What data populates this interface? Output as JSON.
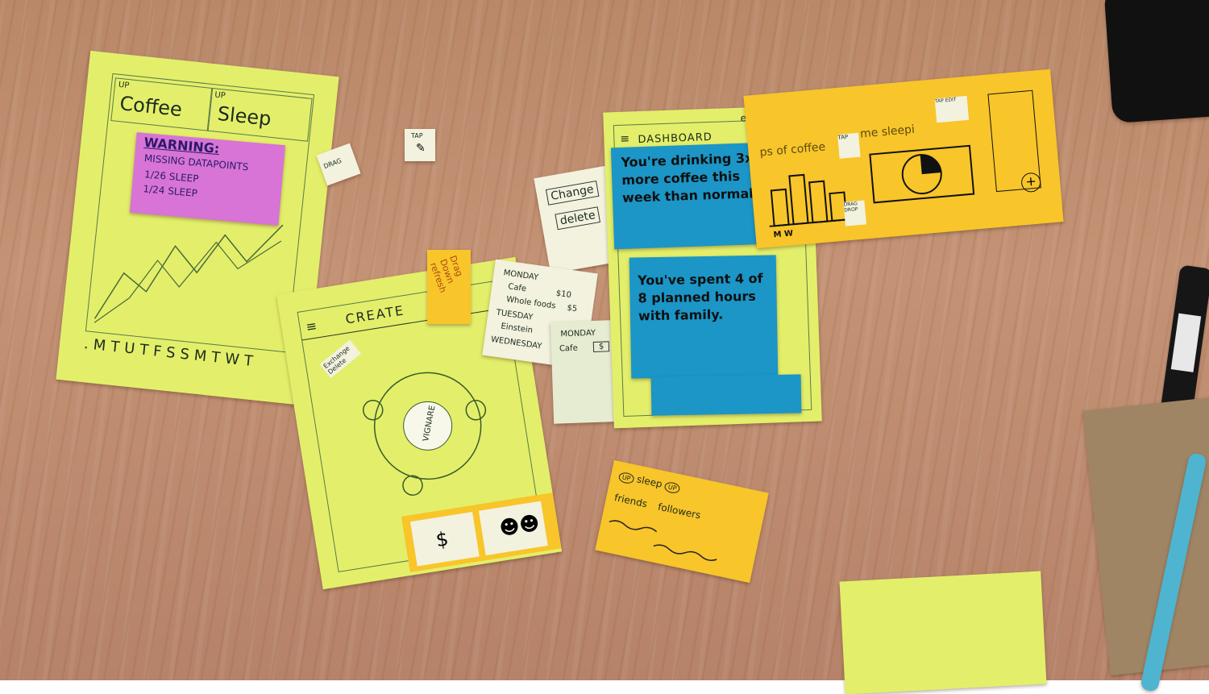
{
  "card_stats": {
    "tab_left": "Coffee",
    "tab_right": "Sleep",
    "tab_left_tag": "UP",
    "tab_right_tag": "UP",
    "warning_title": "WARNING:",
    "warning_line1": "MISSING DATAPOINTS",
    "warning_line2": "1/26 SLEEP",
    "warning_line3": "1/24 SLEEP",
    "axis_days": ".MTUTFSSMTWT"
  },
  "tiny_notes": {
    "note_a": "TAP",
    "note_b": "DRAG"
  },
  "card_create": {
    "title": "CREATE",
    "menu_icon": "hamburger-icon",
    "center_label": "VIGNARE",
    "side_note": "Exchange Delete",
    "drag_note": "Drag Down refresh",
    "tab_icon_left": "dollar-icon",
    "tab_icon_right": "people-icon"
  },
  "note_change": {
    "line1": "Change",
    "line2": "delete"
  },
  "note_list": {
    "day1": "MONDAY",
    "row1": "Cafe",
    "row1_value": "$10",
    "row2": "Whole foods",
    "row2_value": "$5",
    "day2": "TUESDAY",
    "row3": "Einstein",
    "day3": "WEDNESDAY"
  },
  "note_monday": {
    "day": "MONDAY",
    "row": "Cafe",
    "value": "$"
  },
  "card_dashboard": {
    "title": "DASHBOARD",
    "edit": "edit",
    "blue1": "You're drinking 3x more coffee this week than normal",
    "blue2": "You've spent 4 of 8 planned hours with family."
  },
  "yellow_strip": {
    "label_left": "ps of coffee",
    "label_right": "me sleepi",
    "tap_note": "TAP",
    "tap_note2": "TAP EDIT",
    "drag_note": "DRAG DROP",
    "axis": "M W",
    "add_icon": "plus-icon"
  },
  "card_social": {
    "row1a": "UP",
    "row1b": "sleep",
    "row1c": "UP",
    "row2a": "friends",
    "row2b": "followers"
  }
}
